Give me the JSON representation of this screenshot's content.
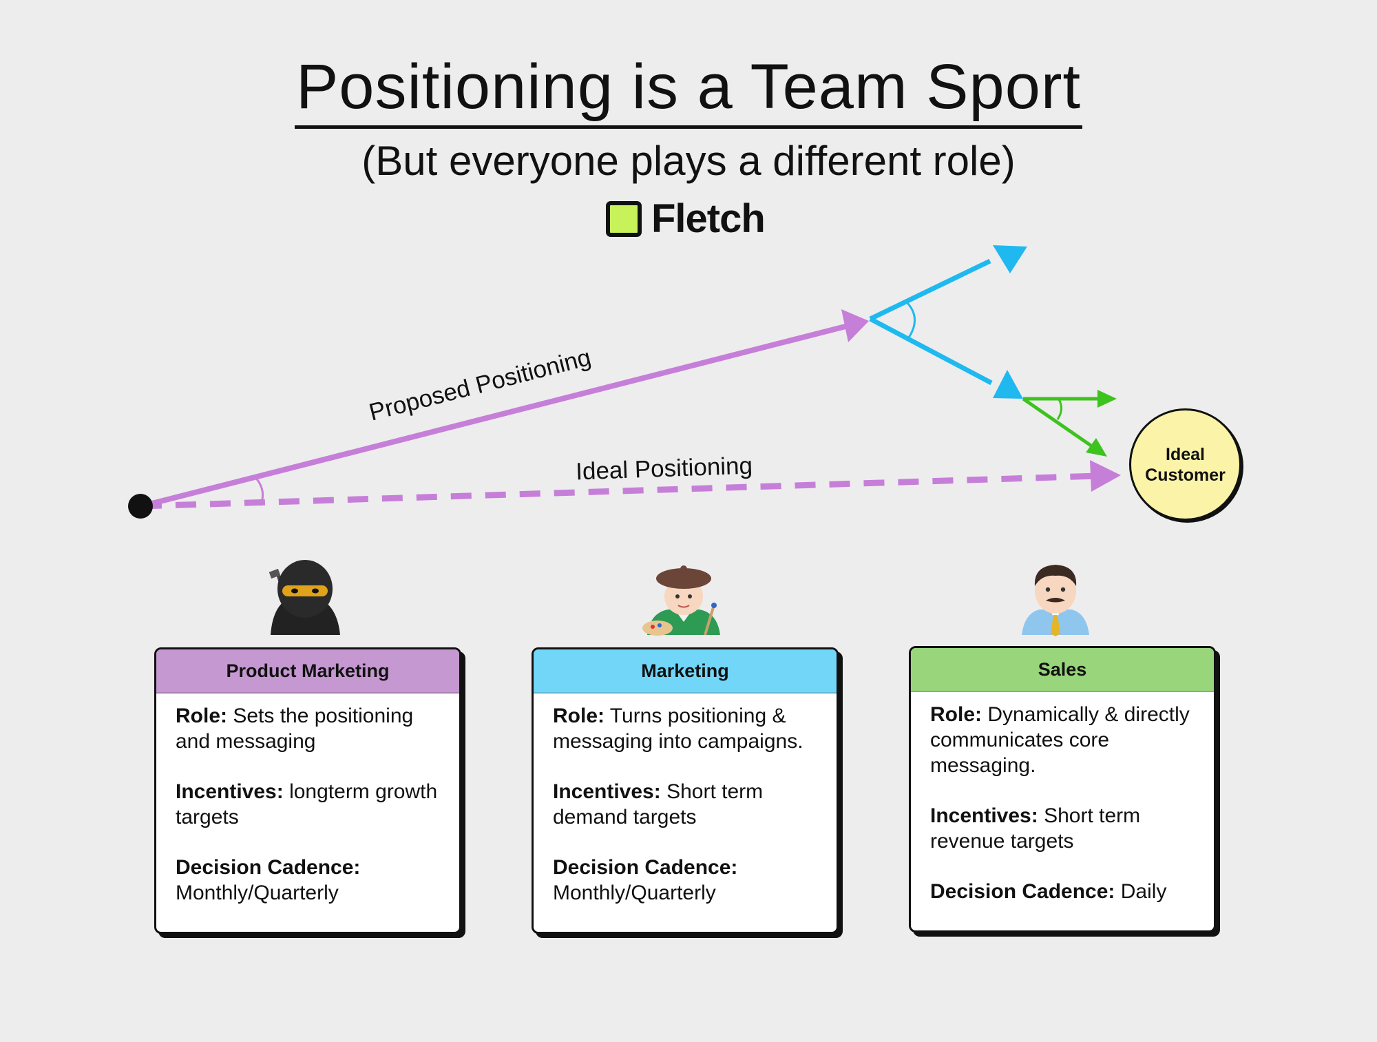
{
  "title": "Positioning is a Team Sport",
  "subtitle": "(But everyone plays a different role)",
  "brand": "Fletch",
  "diagram": {
    "proposed_label": "Proposed Positioning",
    "ideal_label": "Ideal Positioning",
    "target_label_line1": "Ideal",
    "target_label_line2": "Customer",
    "colors": {
      "purple": "#c67fd8",
      "blue": "#1fb9f0",
      "green": "#3cc31e"
    }
  },
  "cards": [
    {
      "icon": "ninja-icon",
      "header": "Product Marketing",
      "header_color": "#c698d2",
      "role_label": "Role:",
      "role_text": "Sets the positioning and messaging",
      "incentives_label": "Incentives:",
      "incentives_text": "longterm growth targets",
      "cadence_label": "Decision Cadence:",
      "cadence_text": "Monthly/Quarterly"
    },
    {
      "icon": "artist-icon",
      "header": "Marketing",
      "header_color": "#72d6f8",
      "role_label": "Role:",
      "role_text": "Turns positioning & messaging into campaigns.",
      "incentives_label": "Incentives:",
      "incentives_text": "Short term demand targets",
      "cadence_label": "Decision Cadence:",
      "cadence_text": "Monthly/Quarterly"
    },
    {
      "icon": "office-worker-icon",
      "header": "Sales",
      "header_color": "#98d57b",
      "role_label": "Role:",
      "role_text": "Dynamically & directly communicates core messaging.",
      "incentives_label": "Incentives:",
      "incentives_text": "Short term revenue targets",
      "cadence_label": "Decision Cadence:",
      "cadence_text": "Daily"
    }
  ]
}
